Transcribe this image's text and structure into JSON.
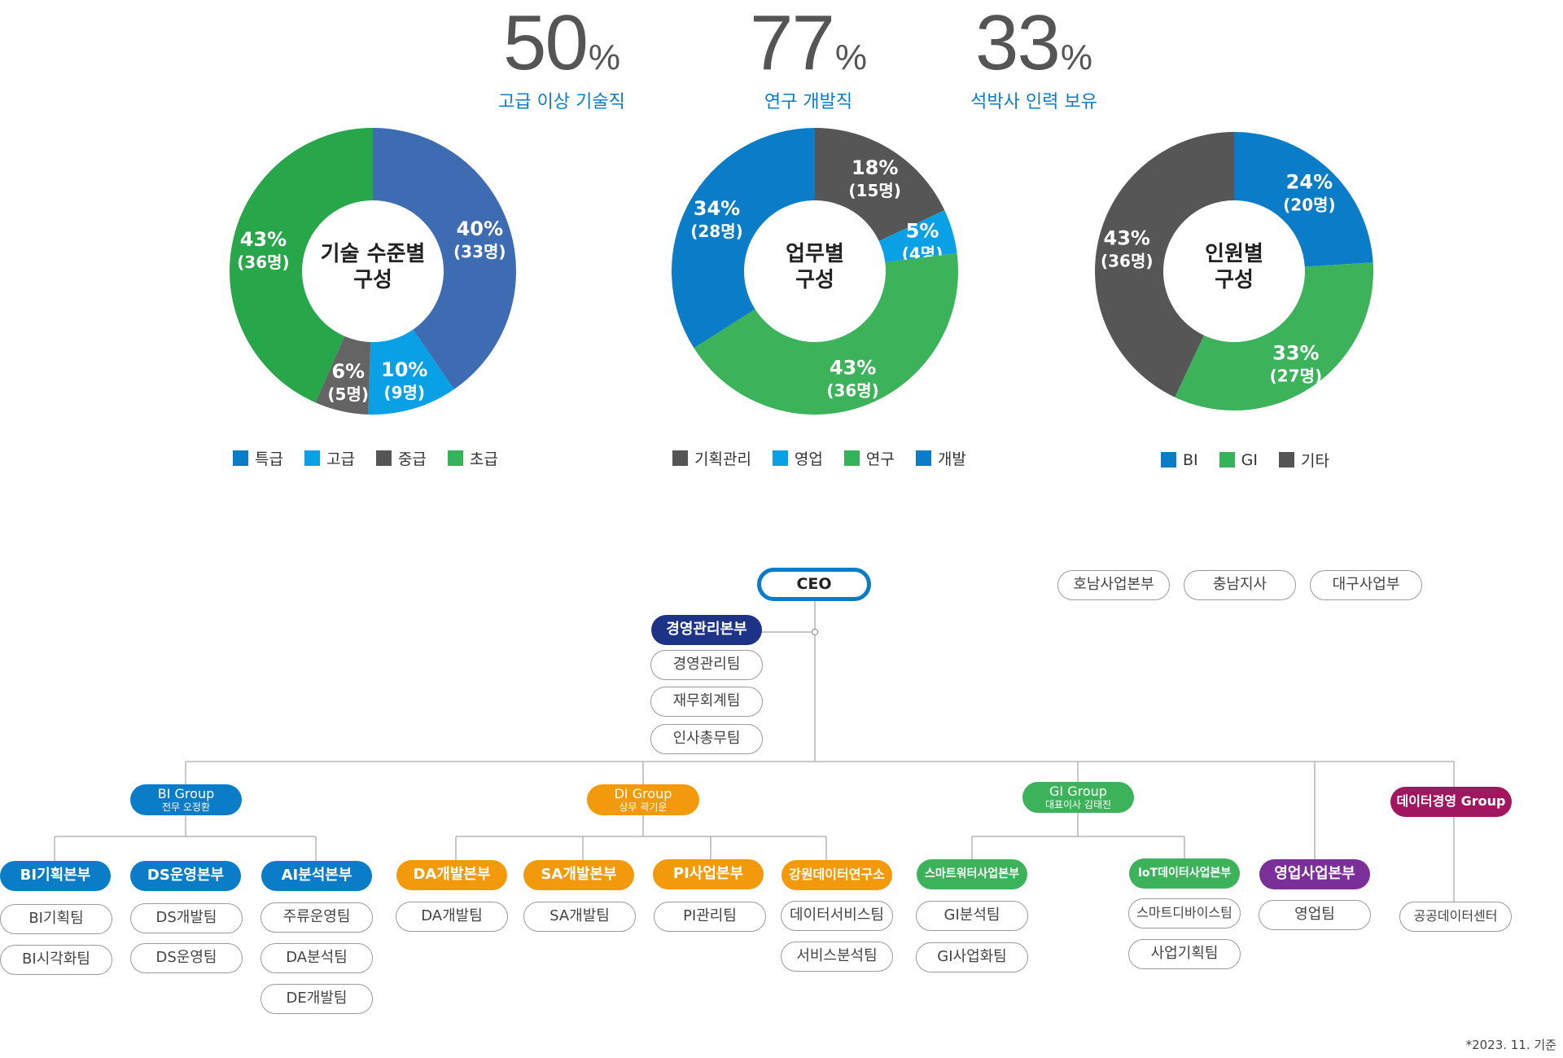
{
  "stats": [
    {
      "value": "50",
      "unit": "%",
      "label": "고급 이상 기술직"
    },
    {
      "value": "77",
      "unit": "%",
      "label": "연구 개발직"
    },
    {
      "value": "33",
      "unit": "%",
      "label": "석박사 인력 보유"
    }
  ],
  "chart_data": [
    {
      "type": "pie",
      "title": "기술 수준별 구성",
      "categories": [
        "특급",
        "고급",
        "중급",
        "초급"
      ],
      "values": [
        40,
        10,
        6,
        43
      ],
      "counts": [
        33,
        9,
        5,
        36
      ],
      "percent_labels": [
        "40%",
        "10%",
        "6%",
        "43%"
      ],
      "count_labels": [
        "(33명)",
        "(9명)",
        "(5명)",
        "(36명)"
      ],
      "colors": [
        "#3e6cb2",
        "#0aa0e6",
        "#646464",
        "#27a64a"
      ],
      "legend_colors": [
        "#0b7dc8",
        "#0aa0e6",
        "#555555",
        "#36b25a"
      ]
    },
    {
      "type": "pie",
      "title": "업무별 구성",
      "categories": [
        "기획관리",
        "영업",
        "연구",
        "개발"
      ],
      "values": [
        18,
        5,
        43,
        34
      ],
      "counts": [
        15,
        4,
        36,
        28
      ],
      "percent_labels": [
        "18%",
        "5%",
        "43%",
        "34%"
      ],
      "count_labels": [
        "(15명)",
        "(4명)",
        "(36명)",
        "(28명)"
      ],
      "colors": [
        "#575656",
        "#0aa0e6",
        "#3cb35a",
        "#0b7dc8"
      ],
      "legend_colors": [
        "#555555",
        "#0aa0e6",
        "#36b25a",
        "#0b7dc8"
      ]
    },
    {
      "type": "pie",
      "title": "인원별 구성",
      "categories": [
        "BI",
        "GI",
        "기타"
      ],
      "values": [
        24,
        33,
        43
      ],
      "counts": [
        20,
        27,
        36
      ],
      "percent_labels": [
        "24%",
        "33%",
        "43%"
      ],
      "count_labels": [
        "(20명)",
        "(27명)",
        "(36명)"
      ],
      "colors": [
        "#0b7dc8",
        "#3cb35a",
        "#575656"
      ],
      "legend_colors": [
        "#0b7dc8",
        "#36b25a",
        "#555555"
      ]
    }
  ],
  "org": {
    "ceo": "CEO",
    "regional": [
      "호남사업본부",
      "충남지사",
      "대구사업부"
    ],
    "management": {
      "name": "경영관리본부",
      "teams": [
        "경영관리팀",
        "재무회계팀",
        "인사총무팀"
      ]
    },
    "groups": [
      {
        "name": "BI Group",
        "sub": "전무 오정환"
      },
      {
        "name": "DI Group",
        "sub": "상무 곽기운"
      },
      {
        "name": "GI Group",
        "sub": "대표이사 김태진"
      },
      {
        "name": "데이터경영 Group"
      }
    ],
    "divisions": [
      {
        "name": "BI기획본부",
        "teams": [
          "BI기획팀",
          "BI시각화팀"
        ]
      },
      {
        "name": "DS운영본부",
        "teams": [
          "DS개발팀",
          "DS운영팀"
        ]
      },
      {
        "name": "AI분석본부",
        "teams": [
          "주류운영팀",
          "DA분석팀",
          "DE개발팀"
        ]
      },
      {
        "name": "DA개발본부",
        "teams": [
          "DA개발팀"
        ]
      },
      {
        "name": "SA개발본부",
        "teams": [
          "SA개발팀"
        ]
      },
      {
        "name": "PI사업본부",
        "teams": [
          "PI관리팀"
        ]
      },
      {
        "name": "강원데이터연구소",
        "teams": [
          "데이터서비스팀",
          "서비스분석팀"
        ]
      },
      {
        "name": "스마트워터사업본부",
        "teams": [
          "GI분석팀",
          "GI사업화팀"
        ]
      },
      {
        "name": "IoT데이터사업본부",
        "teams": [
          "스마트디바이스팀",
          "사업기획팀"
        ]
      },
      {
        "name": "영업사업본부",
        "teams": [
          "영업팀"
        ]
      }
    ],
    "data_center": "공공데이터센터",
    "colors": {
      "bi": "#0b7dc8",
      "di": "#f39a0c",
      "gi": "#3cb35a",
      "sales": "#7b2f98",
      "data": "#a0175f",
      "mgmt": "#1d3486",
      "ceo": "#0b7dc8"
    }
  },
  "footnote": "*2023. 11. 기준"
}
